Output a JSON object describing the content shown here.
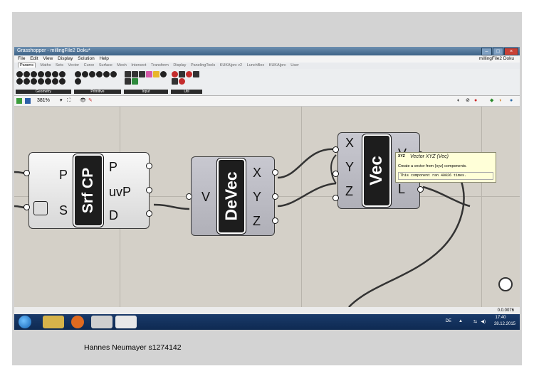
{
  "window": {
    "title": "Grasshopper - millingFile2 Doku*",
    "document_label": "millingFile2 Doku"
  },
  "menu": [
    "File",
    "Edit",
    "View",
    "Display",
    "Solution",
    "Help"
  ],
  "tabs": [
    "Params",
    "Maths",
    "Sets",
    "Vector",
    "Curve",
    "Surface",
    "Mesh",
    "Intersect",
    "Transform",
    "Display",
    "PanelingTools",
    "KUKA|prc v2",
    "LunchBox",
    "KUKA|prc",
    "User"
  ],
  "ribbon_panels": [
    "Geometry",
    "Primitive",
    "Input",
    "Util"
  ],
  "toolbar": {
    "zoom": "381%"
  },
  "components": {
    "srfcp": {
      "caption": "Srf CP",
      "inputs": [
        "P",
        "S"
      ],
      "outputs": [
        "P",
        "uvP",
        "D"
      ]
    },
    "devec": {
      "caption": "DeVec",
      "inputs": [
        "V"
      ],
      "outputs": [
        "X",
        "Y",
        "Z"
      ]
    },
    "vec": {
      "caption": "Vec",
      "inputs": [
        "X",
        "Y",
        "Z"
      ],
      "outputs": [
        "V",
        "L"
      ]
    }
  },
  "tooltip": {
    "icon_text": "XYZ",
    "title": "Vector XYZ (Vec)",
    "description": "Create a vector from {xyz} components.",
    "detail": "This component ran 40026 times."
  },
  "status": {
    "version": "0.0.0076"
  },
  "taskbar": {
    "lang": "DE",
    "time": "17:40",
    "date": "28.12.2015"
  },
  "caption": "Hannes Neumayer s1274142",
  "colors": {
    "canvas": "#d4d0c8",
    "taskbar": "#0e2a52",
    "tooltip_bg": "#ffffd8"
  }
}
